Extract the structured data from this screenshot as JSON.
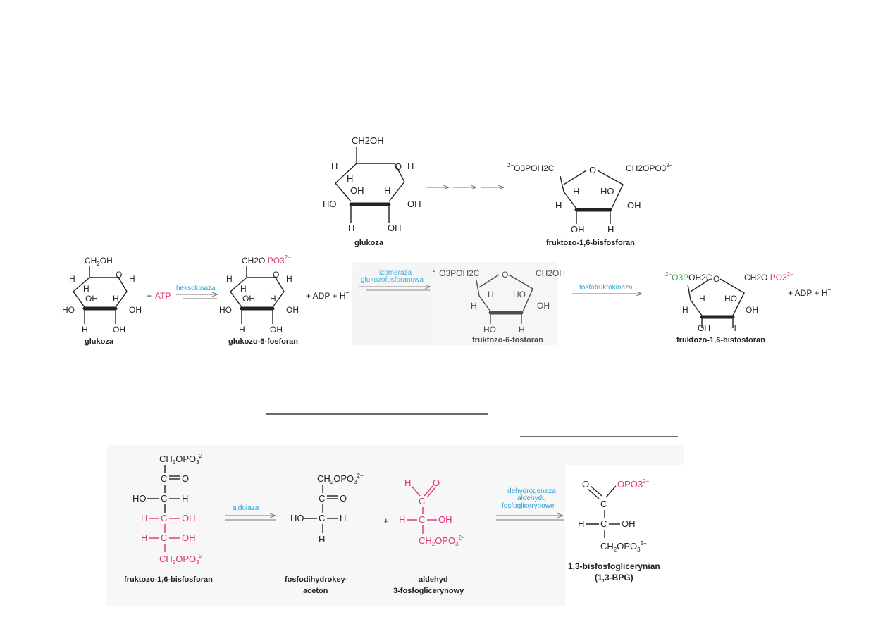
{
  "top": {
    "glucose": {
      "ch2oh": "CH2OH",
      "h_left": "H",
      "h_inner": "H",
      "oh_inner": "OH",
      "ho": "HO",
      "h_bottom": "H",
      "oh_bottom": "OH",
      "oh_right": "OH",
      "h_right": "H",
      "o": "O",
      "h_right2": "H",
      "name": "glukoza"
    },
    "fbp": {
      "left_group": "O3POH2C",
      "o_ring": "O",
      "right_group": "CH2OPO3",
      "h1": "H",
      "h2": "H",
      "ho": "HO",
      "oh_right": "OH",
      "oh_bottom": "OH",
      "h_bottom": "H",
      "name": "fruktozo-1,6-bisfosforan"
    }
  },
  "middle": {
    "glucose_name": "glukoza",
    "atp_plus": "+",
    "atp": "ATP",
    "enzyme1": "heksokinaza",
    "g6p_group": "CH2O",
    "g6p_po3": "PO3",
    "g6p_name": "glukozo-6-fosforan",
    "adp_text": "+ ADP + H",
    "enzyme2_line1": "izomeraza",
    "enzyme2_line2": "glukozofosforanowa",
    "f6p_left": "O3POH2C",
    "f6p_right": "CH2OH",
    "f6p_name": "fruktozo-6-fosforan",
    "enzyme3": "fosfofruktokinaza",
    "fbp_left_green": "O3P",
    "fbp_left_rest": "OH2C",
    "fbp_right": "CH2O",
    "fbp_right_po3": "PO3",
    "fbp_name": "fruktozo-1,6-bisfosforan",
    "end_text": "+ ADP + H"
  },
  "bottom": {
    "fbp_top": "CH2OPO3",
    "fbp_co": "C=O",
    "fbp_row1": "HO—C—H",
    "fbp_row2": "H—C—OH",
    "fbp_row3": "H—C—OH",
    "fbp_bottom": "CH2OPO3",
    "fbp_name": "fruktozo-1,6-bisfosforan",
    "enzyme_aldolase": "aldolaza",
    "dhap_top": "CH2OPO3",
    "dhap_co": "C=O",
    "dhap_row": "HO—C—H",
    "dhap_h": "H",
    "dhap_name_1": "fosfodihydroksy-",
    "dhap_name_2": "aceton",
    "plus": "+",
    "gap_h": "H",
    "gap_o": "O",
    "gap_row": "H—C—OH",
    "gap_bottom": "CH2OPO3",
    "gap_name_1": "aldehyd",
    "gap_name_2": "3-fosfoglicerynowy",
    "enzyme_gapdh_1": "dehydrogenaza",
    "enzyme_gapdh_2": "aldehydu",
    "enzyme_gapdh_3": "fosfoglicerynowej",
    "bpg_o": "O",
    "bpg_opo3": "OPO3",
    "bpg_row": "H—C—OH",
    "bpg_bottom": "CH2OPO3",
    "bpg_name_1": "1,3-bisfosfoglicerynian",
    "bpg_name_2": "(1,3-BPG)"
  },
  "colors": {
    "accent_pink": "#e0307a",
    "enzyme_blue": "#2aa0d6",
    "green": "#3aa13a"
  }
}
